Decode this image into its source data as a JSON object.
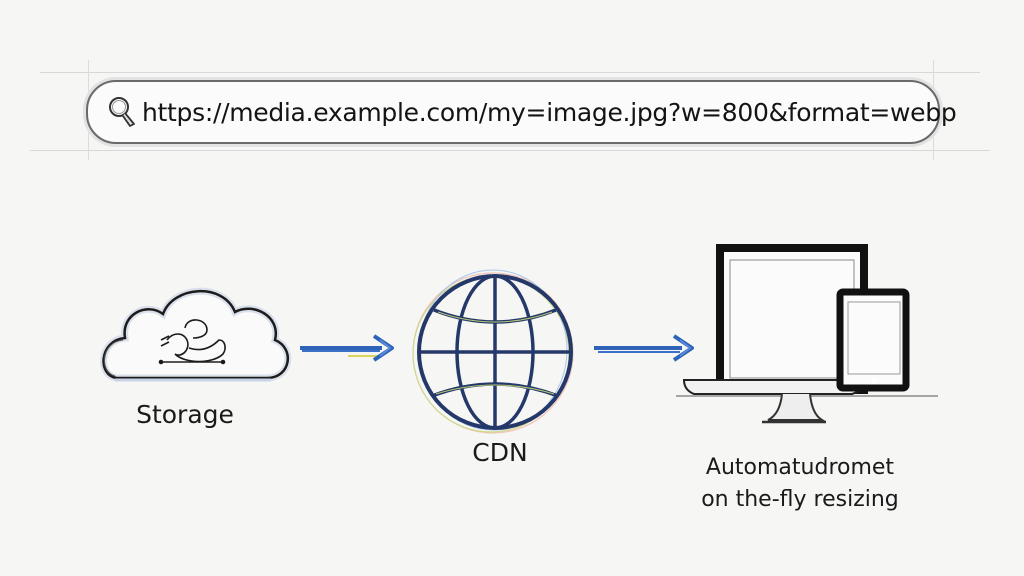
{
  "address_bar": {
    "icon": "search-icon",
    "url": "https://media.example.com/my=image.jpg?w=800&format=webp"
  },
  "nodes": [
    {
      "id": "storage",
      "icon": "cloud-icon",
      "label": "Storage"
    },
    {
      "id": "cdn",
      "icon": "globe-icon",
      "label": "CDN"
    },
    {
      "id": "devices",
      "icon": "devices-icon",
      "label_lines": [
        "Automatudromet",
        "on the-fly resizing"
      ]
    }
  ],
  "edges": [
    {
      "from": "storage",
      "to": "cdn",
      "icon": "arrow-right-icon"
    },
    {
      "from": "cdn",
      "to": "devices",
      "icon": "arrow-right-icon"
    }
  ],
  "colors": {
    "arrow": "#2f63b8",
    "ink": "#1a1a1a",
    "globe": "#2a3f6e"
  }
}
